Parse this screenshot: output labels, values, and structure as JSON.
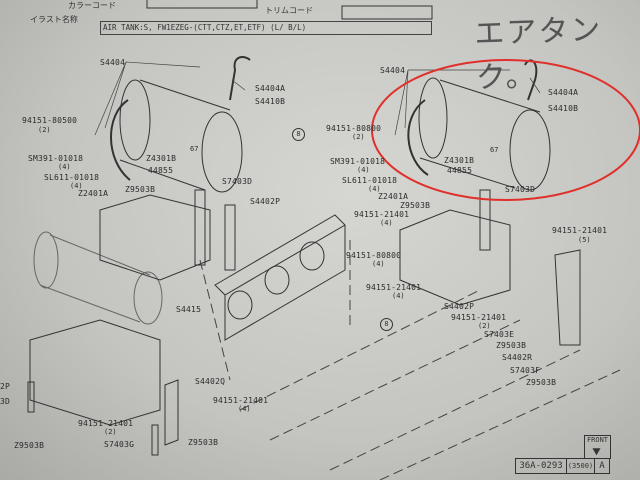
{
  "header": {
    "color_code_label": "カラーコード",
    "trim_code_label": "トリムコード",
    "illustration_name_label": "イラスト名称",
    "illustration_name": "AIR TANK:S, FW1EZEG-(CTT,CTZ,ET,ETF) (L/ B/L)",
    "handwritten_note": "エアタンク。"
  },
  "labels": [
    "S4404",
    "S4404A",
    "S4410B",
    "94151-80500",
    "(2)",
    "SM391-01018",
    "(4)",
    "SL611-01018",
    "(4)",
    "Z2401A",
    "Z4301B",
    "44855",
    "67",
    "S7403D",
    "Z9503B",
    "S4402P",
    "S4404",
    "S4404A",
    "S4410B",
    "94151-80800",
    "(2)",
    "SM391-01018",
    "(4)",
    "SL611-01018",
    "(4)",
    "Z2401A",
    "Z4301B",
    "44855",
    "67",
    "S7403D",
    "Z9503B",
    "94151-21401",
    "(4)",
    "94151-21401",
    "(5)",
    "94151-80800",
    "(4)",
    "94151-21401",
    "(4)",
    "S4415",
    "S4402P",
    "94151-21401",
    "(2)",
    "S7403E",
    "Z9503B",
    "S4402R",
    "S7403F",
    "Z9503B",
    "S4402Q",
    "94151-21401",
    "(4)",
    "94151-21401",
    "(2)",
    "S7403G",
    "Z9503B",
    "Z9503B",
    "2P",
    "3D"
  ],
  "callouts": [
    "8",
    "8"
  ],
  "title_block": {
    "front_label": "FRONT",
    "drawing_number": "36A-0293",
    "code": "(3500)",
    "revision": "A"
  },
  "colors": {
    "highlight_ellipse": "#e0302c",
    "ink": "#2b2b2b"
  }
}
